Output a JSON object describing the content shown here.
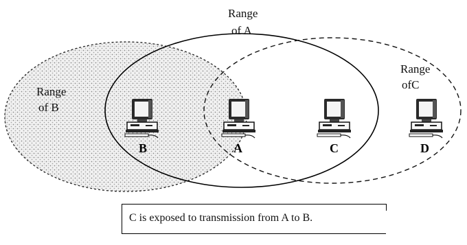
{
  "ranges": {
    "a": {
      "label_line1": "Range",
      "label_line2": "of A"
    },
    "b": {
      "label_line1": "Range",
      "label_line2": "of B"
    },
    "c": {
      "label_line1": "Range",
      "label_line2": "ofC"
    }
  },
  "nodes": [
    {
      "id": "B",
      "label": "B"
    },
    {
      "id": "A",
      "label": "A"
    },
    {
      "id": "C",
      "label": "C"
    },
    {
      "id": "D",
      "label": "D"
    }
  ],
  "caption": "C is exposed to transmission from A to B."
}
